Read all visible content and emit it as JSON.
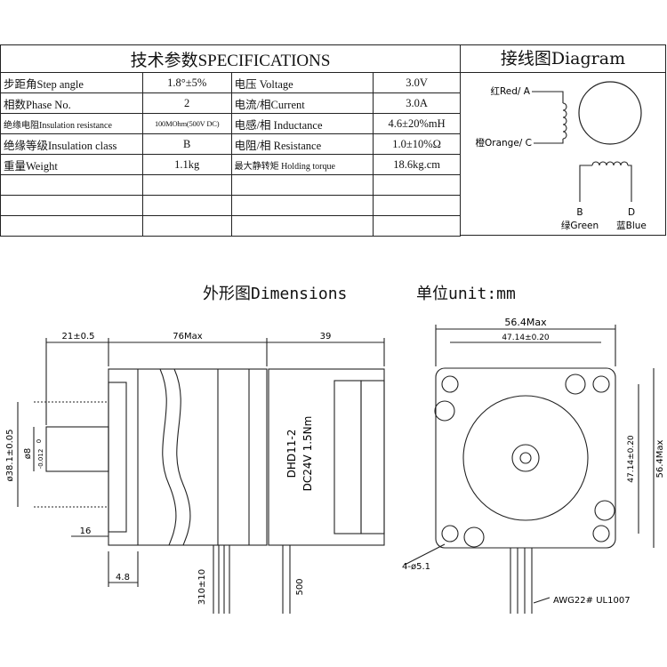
{
  "specs": {
    "title": "技术参数SPECIFICATIONS",
    "rows": [
      {
        "label1": "步距角Step angle",
        "value1": "1.8°±5%",
        "label2": "电压 Voltage",
        "value2": "3.0V"
      },
      {
        "label1": "相数Phase No.",
        "value1": "2",
        "label2": "电流/相Current",
        "value2": "3.0A"
      },
      {
        "label1": "绝缘电阻Insulation resistance",
        "value1": "100MOhm(500V DC)",
        "label2": "电感/相 Inductance",
        "value2": "4.6±20%mH"
      },
      {
        "label1": "绝缘等级Insulation class",
        "value1": "B",
        "label2": "电阻/相 Resistance",
        "value2": "1.0±10%Ω"
      },
      {
        "label1": "重量Weight",
        "value1": "1.1kg",
        "label2": "最大静转矩 Holding torque",
        "value2": "18.6kg.cm"
      }
    ]
  },
  "wiring": {
    "title": "接线图Diagram",
    "a_label": "红Red/ A",
    "c_label": "橙Orange/ C",
    "b_letter": "B",
    "b_label": "绿Green",
    "d_letter": "D",
    "d_label": "蓝Blue"
  },
  "dimensions": {
    "title": "外形图Dimensions",
    "unit": "单位unit:mm",
    "side": {
      "shaft_length": "21±0.5",
      "body_length": "76Max",
      "encoder_length": "39",
      "pilot_dia": "ø38.1±0.05",
      "shaft_dia": "ø8",
      "shaft_tol_top": "0",
      "shaft_tol_bottom": "-0.012",
      "flat": "16",
      "flange": "4.8",
      "lead_length": "310±10",
      "encoder_lead": "500",
      "encoder_label_1": "DHD11-2",
      "encoder_label_2": "DC24V 1.5Nm"
    },
    "front": {
      "width": "56.4Max",
      "hole_spacing_h": "47.14±0.20",
      "hole_spacing_v": "47.14±0.20",
      "height": "56.4Max",
      "holes": "4-ø5.1",
      "wire": "AWG22# UL1007"
    }
  }
}
